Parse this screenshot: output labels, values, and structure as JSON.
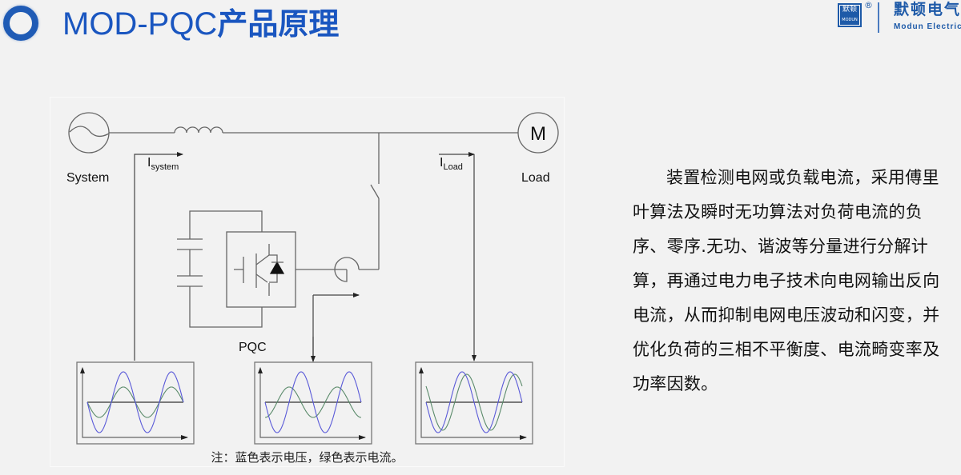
{
  "header": {
    "title_latin": "MOD-PQC",
    "title_cn": "产品原理",
    "bullet_icon": "ring-icon",
    "accent_color": "#1a56c0"
  },
  "logo": {
    "badge_cn": "默顿",
    "badge_en": "MODUN",
    "registered": "®",
    "name_cn": "默顿电气",
    "name_en": "Modun Electric"
  },
  "diagram": {
    "source_label": "System",
    "source_icon": "ac-source-icon",
    "load_symbol": "M",
    "load_label": "Load",
    "i_system_main": "I",
    "i_system_sub": "system",
    "i_load_main": "I",
    "i_load_sub": "Load",
    "device_label": "PQC",
    "voltage_color": "#5a5ad8",
    "current_color": "#5a8a6a",
    "scopes": [
      {
        "name": "system-current",
        "current_amp": 0.5,
        "current_phase_deg": 0
      },
      {
        "name": "compensation-current",
        "current_amp": 0.5,
        "current_phase_deg": 90
      },
      {
        "name": "load-current",
        "current_amp": 0.92,
        "current_phase_deg": -35
      }
    ]
  },
  "note": "注：蓝色表示电压，绿色表示电流。",
  "description": "装置检测电网或负载电流，采用傅里叶算法及瞬时无功算法对负荷电流的负序、零序.无功、谐波等分量进行分解计算，再通过电力电子技术向电网输出反向电流，从而抑制电网电压波动和闪变，并优化负荷的三相不平衡度、电流畸变率及功率因数。"
}
